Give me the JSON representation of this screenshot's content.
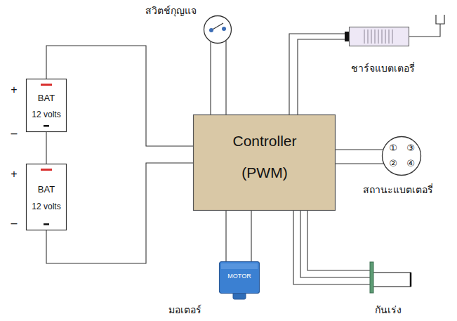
{
  "diagram": {
    "nodes": [
      {
        "text": [
          "BAT",
          "12 volts"
        ]
      },
      {
        "text": [
          "BAT",
          "12 volts"
        ]
      },
      {
        "text": [
          "สวิตช์กุญแจ"
        ]
      },
      {
        "text": [
          "Controller",
          "(PWM)"
        ]
      },
      {
        "text": [
          "ชาร์จแบตเตอรี่"
        ]
      },
      {
        "text": [
          "①",
          "③",
          "②",
          "④",
          "สถานะแบตเตอรี่"
        ]
      },
      {
        "text": [
          "MOTOR",
          "มอเตอร์"
        ]
      },
      {
        "text": [
          "กันเร่ง"
        ]
      }
    ],
    "edges": [
      {
        "from": 0,
        "to": 3,
        "arrow": "none"
      },
      {
        "from": 0,
        "to": 1,
        "arrow": "none"
      },
      {
        "from": 1,
        "to": 3,
        "arrow": "none"
      },
      {
        "from": 2,
        "to": 3,
        "arrow": "none"
      },
      {
        "from": 3,
        "to": 4,
        "arrow": "none"
      },
      {
        "from": 3,
        "to": 5,
        "arrow": "none"
      },
      {
        "from": 3,
        "to": 6,
        "arrow": "none"
      },
      {
        "from": 3,
        "to": 7,
        "arrow": "none"
      }
    ],
    "labels": [
      "+",
      "–",
      "+",
      "–"
    ]
  }
}
